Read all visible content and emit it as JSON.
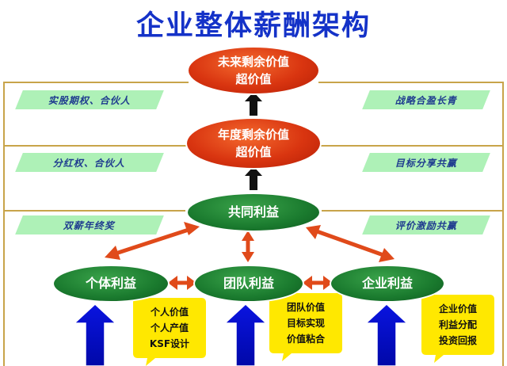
{
  "title": "企业整体薪酬架构",
  "nodes": {
    "top": [
      "未来剩余价值",
      "超价值"
    ],
    "middle": [
      "年度剩余价值",
      "超价值"
    ],
    "common": "共同利益",
    "individual": "个体利益",
    "team": "团队利益",
    "enterprise": "企业利益"
  },
  "left_tags": [
    "实股期权、合伙人",
    "分红权、合伙人",
    "双薪年终奖"
  ],
  "right_tags": [
    "战略合盈长青",
    "目标分享共赢",
    "评价激励共赢"
  ],
  "notes": {
    "individual": [
      "个人价值",
      "个人产值",
      "KSF设计"
    ],
    "team": [
      "团队价值",
      "目标实现",
      "价值粘合"
    ],
    "enterprise": [
      "企业价值",
      "利益分配",
      "投资回报"
    ]
  },
  "colors": {
    "title": "#1432c8",
    "red_node": "#d93510",
    "green_node": "#1a7a2e",
    "tag_bg": "#aef1b7",
    "note_bg": "#ffe800",
    "line": "#c8a44a",
    "arrow_red": "#e04a1a",
    "arrow_black": "#111111",
    "arrow_blue": "#0a14c8"
  }
}
